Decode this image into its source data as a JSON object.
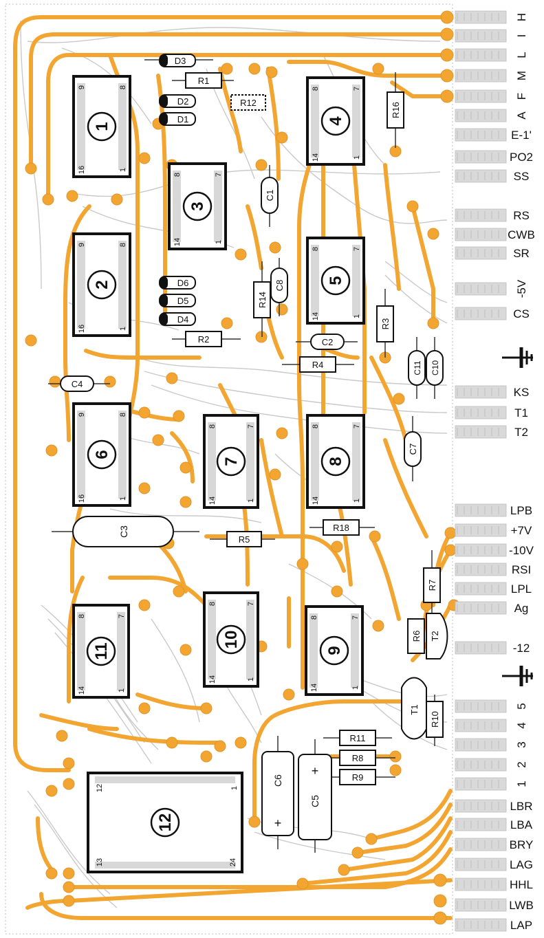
{
  "colors": {
    "copper": "#f2a531",
    "silk": "#c9c9c9",
    "outline": "#1a1a1a",
    "pad_gray": "#cfcfcf",
    "finger": "#d9d9d9"
  },
  "chips": [
    {
      "label": "1",
      "pins": [
        "9",
        "8",
        "16",
        "1"
      ]
    },
    {
      "label": "2",
      "pins": [
        "9",
        "8",
        "16",
        "1"
      ]
    },
    {
      "label": "3",
      "pins": [
        "8",
        "7",
        "14",
        "1"
      ]
    },
    {
      "label": "4",
      "pins": [
        "8",
        "7",
        "14",
        "1"
      ]
    },
    {
      "label": "5",
      "pins": [
        "8",
        "7",
        "14",
        "1"
      ]
    },
    {
      "label": "6",
      "pins": [
        "9",
        "8",
        "16",
        "1"
      ]
    },
    {
      "label": "7",
      "pins": [
        "8",
        "7",
        "14",
        "1"
      ]
    },
    {
      "label": "8",
      "pins": [
        "8",
        "7",
        "14",
        "1"
      ]
    },
    {
      "label": "9",
      "pins": [
        "8",
        "7",
        "14",
        "1"
      ]
    },
    {
      "label": "10",
      "pins": [
        "8",
        "7",
        "14",
        "1"
      ]
    },
    {
      "label": "11",
      "pins": [
        "8",
        "7",
        "14",
        "1"
      ]
    },
    {
      "label": "12",
      "pins": [
        "12",
        "1",
        "13",
        "24"
      ]
    }
  ],
  "resistors": [
    "R1",
    "R12",
    "R16",
    "R14",
    "R3",
    "R2",
    "R4",
    "R5",
    "R18",
    "R7",
    "R6",
    "R10",
    "R11",
    "R8",
    "R9"
  ],
  "capacitors": [
    "C1",
    "C8",
    "C2",
    "C11",
    "C10",
    "C4",
    "C7",
    "C3",
    "C6",
    "C5"
  ],
  "diodes": [
    "D3",
    "D2",
    "D1",
    "D6",
    "D5",
    "D4"
  ],
  "transistors": [
    "T2",
    "T1"
  ],
  "polarity": "+",
  "connectors": [
    "H",
    "I",
    "L",
    "M",
    "F",
    "A",
    "E-1'",
    "PO2",
    "SS",
    "RS",
    "CWB",
    "SR",
    "-5V",
    "CS",
    "KS",
    "T1",
    "T2",
    "LPB",
    "+7V",
    "-10V",
    "RSI",
    "LPL",
    "Ag",
    "-12",
    "5",
    "4",
    "3",
    "2",
    "1",
    "LBR",
    "LBA",
    "BRY",
    "LAG",
    "HHL",
    "LWB",
    "LAP"
  ]
}
